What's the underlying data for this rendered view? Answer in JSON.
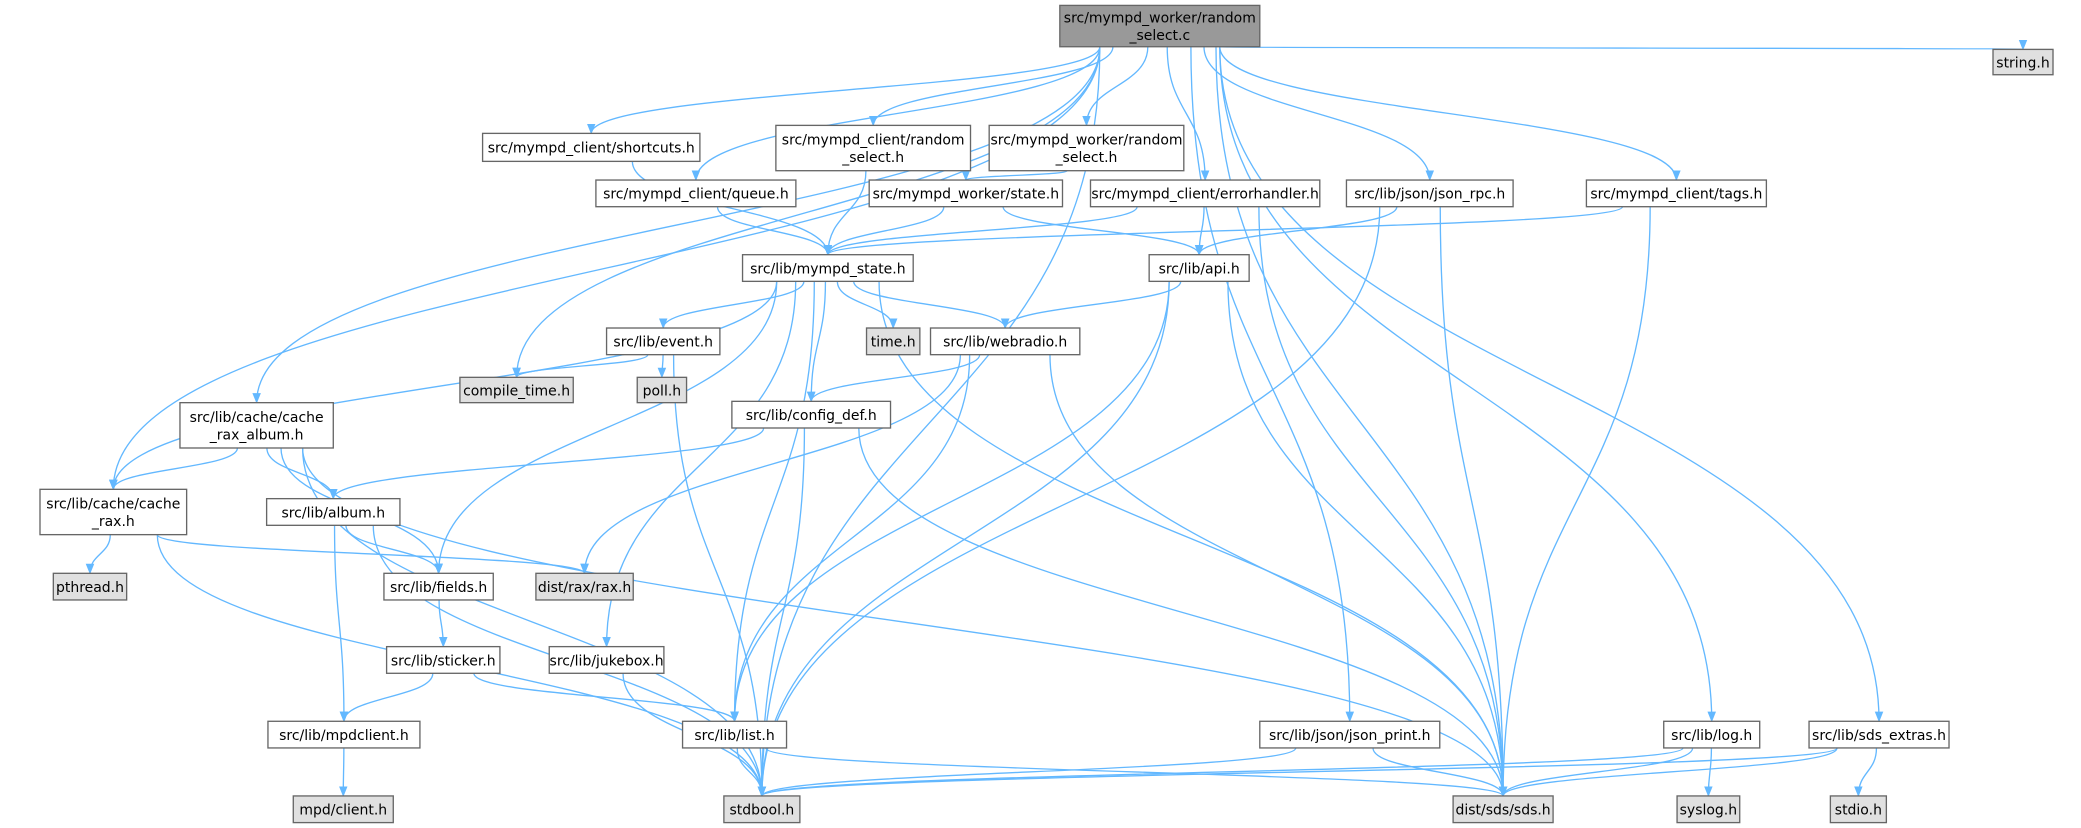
{
  "title": "src/mympd_worker/random_select.c",
  "colors": {
    "root_fill": "#999999",
    "system_fill": "#e0e0e0",
    "node_fill": "#ffffff",
    "edge": "#63b8ff"
  },
  "nodes": {
    "root": {
      "lines": [
        "src/mympd_worker/random",
        "_select.c"
      ],
      "kind": "root"
    },
    "string": {
      "lines": [
        "string.h"
      ],
      "kind": "system"
    },
    "shortcuts": {
      "lines": [
        "src/mympd_client/shortcuts.h"
      ],
      "kind": "file"
    },
    "crs": {
      "lines": [
        "src/mympd_client/random",
        "_select.h"
      ],
      "kind": "file"
    },
    "wrs": {
      "lines": [
        "src/mympd_worker/random",
        "_select.h"
      ],
      "kind": "file"
    },
    "queue": {
      "lines": [
        "src/mympd_client/queue.h"
      ],
      "kind": "file"
    },
    "wstate": {
      "lines": [
        "src/mympd_worker/state.h"
      ],
      "kind": "file"
    },
    "err": {
      "lines": [
        "src/mympd_client/errorhandler.h"
      ],
      "kind": "file"
    },
    "jrpc": {
      "lines": [
        "src/lib/json/json_rpc.h"
      ],
      "kind": "file"
    },
    "tags": {
      "lines": [
        "src/mympd_client/tags.h"
      ],
      "kind": "file"
    },
    "mstate": {
      "lines": [
        "src/lib/mympd_state.h"
      ],
      "kind": "file"
    },
    "api": {
      "lines": [
        "src/lib/api.h"
      ],
      "kind": "file"
    },
    "event": {
      "lines": [
        "src/lib/event.h"
      ],
      "kind": "file"
    },
    "time": {
      "lines": [
        "time.h"
      ],
      "kind": "system"
    },
    "webradio": {
      "lines": [
        "src/lib/webradio.h"
      ],
      "kind": "file"
    },
    "poll": {
      "lines": [
        "poll.h"
      ],
      "kind": "system"
    },
    "compile": {
      "lines": [
        "compile_time.h"
      ],
      "kind": "system"
    },
    "config": {
      "lines": [
        "src/lib/config_def.h"
      ],
      "kind": "file"
    },
    "cra": {
      "lines": [
        "src/lib/cache/cache",
        "_rax_album.h"
      ],
      "kind": "file"
    },
    "cr": {
      "lines": [
        "src/lib/cache/cache",
        "_rax.h"
      ],
      "kind": "file"
    },
    "album": {
      "lines": [
        "src/lib/album.h"
      ],
      "kind": "file"
    },
    "pthread": {
      "lines": [
        "pthread.h"
      ],
      "kind": "system"
    },
    "fields": {
      "lines": [
        "src/lib/fields.h"
      ],
      "kind": "file"
    },
    "rax": {
      "lines": [
        "dist/rax/rax.h"
      ],
      "kind": "system"
    },
    "sticker": {
      "lines": [
        "src/lib/sticker.h"
      ],
      "kind": "file"
    },
    "jukebox": {
      "lines": [
        "src/lib/jukebox.h"
      ],
      "kind": "file"
    },
    "mpdclient": {
      "lines": [
        "src/lib/mpdclient.h"
      ],
      "kind": "file"
    },
    "list": {
      "lines": [
        "src/lib/list.h"
      ],
      "kind": "file"
    },
    "jprint": {
      "lines": [
        "src/lib/json/json_print.h"
      ],
      "kind": "file"
    },
    "log": {
      "lines": [
        "src/lib/log.h"
      ],
      "kind": "file"
    },
    "sdsx": {
      "lines": [
        "src/lib/sds_extras.h"
      ],
      "kind": "file"
    },
    "mpdc": {
      "lines": [
        "mpd/client.h"
      ],
      "kind": "system"
    },
    "stdbool": {
      "lines": [
        "stdbool.h"
      ],
      "kind": "system"
    },
    "sds": {
      "lines": [
        "dist/sds/sds.h"
      ],
      "kind": "system"
    },
    "syslog": {
      "lines": [
        "syslog.h"
      ],
      "kind": "system"
    },
    "stdio": {
      "lines": [
        "stdio.h"
      ],
      "kind": "system"
    }
  },
  "edges": [
    [
      "root",
      "string"
    ],
    [
      "root",
      "shortcuts"
    ],
    [
      "root",
      "crs"
    ],
    [
      "root",
      "wrs"
    ],
    [
      "root",
      "queue"
    ],
    [
      "root",
      "err"
    ],
    [
      "root",
      "jrpc"
    ],
    [
      "root",
      "tags"
    ],
    [
      "root",
      "compile"
    ],
    [
      "root",
      "cra"
    ],
    [
      "root",
      "cr"
    ],
    [
      "root",
      "stdbool"
    ],
    [
      "root",
      "sds"
    ],
    [
      "root",
      "jprint"
    ],
    [
      "root",
      "log"
    ],
    [
      "root",
      "sdsx"
    ],
    [
      "shortcuts",
      "mstate"
    ],
    [
      "crs",
      "mstate"
    ],
    [
      "wrs",
      "wstate"
    ],
    [
      "queue",
      "mstate"
    ],
    [
      "wstate",
      "mstate"
    ],
    [
      "wstate",
      "api"
    ],
    [
      "err",
      "mstate"
    ],
    [
      "err",
      "api"
    ],
    [
      "err",
      "sds"
    ],
    [
      "jrpc",
      "api"
    ],
    [
      "jrpc",
      "stdbool"
    ],
    [
      "jrpc",
      "sds"
    ],
    [
      "tags",
      "mstate"
    ],
    [
      "tags",
      "sds"
    ],
    [
      "mstate",
      "cr"
    ],
    [
      "mstate",
      "fields"
    ],
    [
      "mstate",
      "jukebox"
    ],
    [
      "mstate",
      "event"
    ],
    [
      "mstate",
      "config"
    ],
    [
      "mstate",
      "time"
    ],
    [
      "mstate",
      "webradio"
    ],
    [
      "mstate",
      "list"
    ],
    [
      "mstate",
      "sds"
    ],
    [
      "api",
      "webradio"
    ],
    [
      "api",
      "list"
    ],
    [
      "api",
      "stdbool"
    ],
    [
      "api",
      "sds"
    ],
    [
      "event",
      "compile"
    ],
    [
      "event",
      "poll"
    ],
    [
      "event",
      "stdbool"
    ],
    [
      "webradio",
      "config"
    ],
    [
      "webradio",
      "rax"
    ],
    [
      "webradio",
      "list"
    ],
    [
      "webradio",
      "sds"
    ],
    [
      "config",
      "album"
    ],
    [
      "config",
      "stdbool"
    ],
    [
      "config",
      "sds"
    ],
    [
      "cra",
      "cr"
    ],
    [
      "cra",
      "album"
    ],
    [
      "cra",
      "fields"
    ],
    [
      "cra",
      "stdbool"
    ],
    [
      "cra",
      "sds"
    ],
    [
      "cr",
      "pthread"
    ],
    [
      "cr",
      "rax"
    ],
    [
      "cr",
      "stdbool"
    ],
    [
      "album",
      "fields"
    ],
    [
      "album",
      "mpdclient"
    ],
    [
      "album",
      "stdbool"
    ],
    [
      "fields",
      "sticker"
    ],
    [
      "sticker",
      "mpdclient"
    ],
    [
      "sticker",
      "list"
    ],
    [
      "jukebox",
      "stdbool"
    ],
    [
      "mpdclient",
      "mpdc"
    ],
    [
      "list",
      "stdbool"
    ],
    [
      "list",
      "sds"
    ],
    [
      "jprint",
      "stdbool"
    ],
    [
      "jprint",
      "sds"
    ],
    [
      "log",
      "stdbool"
    ],
    [
      "log",
      "sds"
    ],
    [
      "log",
      "syslog"
    ],
    [
      "sdsx",
      "stdbool"
    ],
    [
      "sdsx",
      "sds"
    ],
    [
      "sdsx",
      "stdio"
    ]
  ]
}
